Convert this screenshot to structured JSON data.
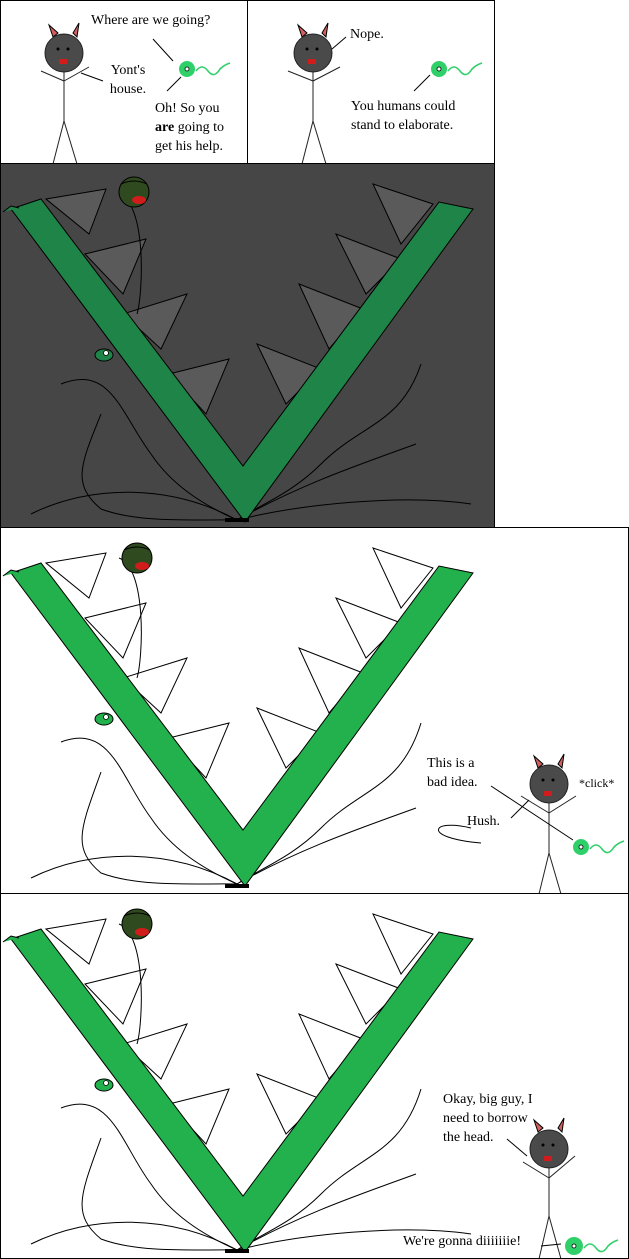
{
  "comic": {
    "panel1": {
      "line1": "Where are we going?",
      "line2a": "Yont's",
      "line2b": "house.",
      "line3a": "Oh! So  you",
      "line3b_bold": "are",
      "line3b_rest": " going to",
      "line3c": "get his help."
    },
    "panel2": {
      "line1": "Nope.",
      "line2a": "You humans could",
      "line2b": "stand to elaborate."
    },
    "panel4": {
      "line1a": "This is a",
      "line1b": "bad idea.",
      "line2": "Hush.",
      "sfx": "*click*"
    },
    "panel5": {
      "line1a": "Okay, big guy, I",
      "line1b": "need to borrow",
      "line1c": "the head.",
      "line2": "We're gonna diiiiiiie!"
    }
  },
  "colors": {
    "dark_bg": "#464646",
    "teeth_dark": "#5a5a5a",
    "vine_dark": "#1e8447",
    "vine_light": "#22b14c",
    "orb": "#2fd06a",
    "creature_head": "#4a4a4a",
    "zombie_head": "#2f4a1e",
    "mouth": "#d11c1c"
  },
  "icons": [
    "cat-creature-icon",
    "green-orb-icon",
    "zombie-head-icon",
    "v-plant-icon"
  ]
}
